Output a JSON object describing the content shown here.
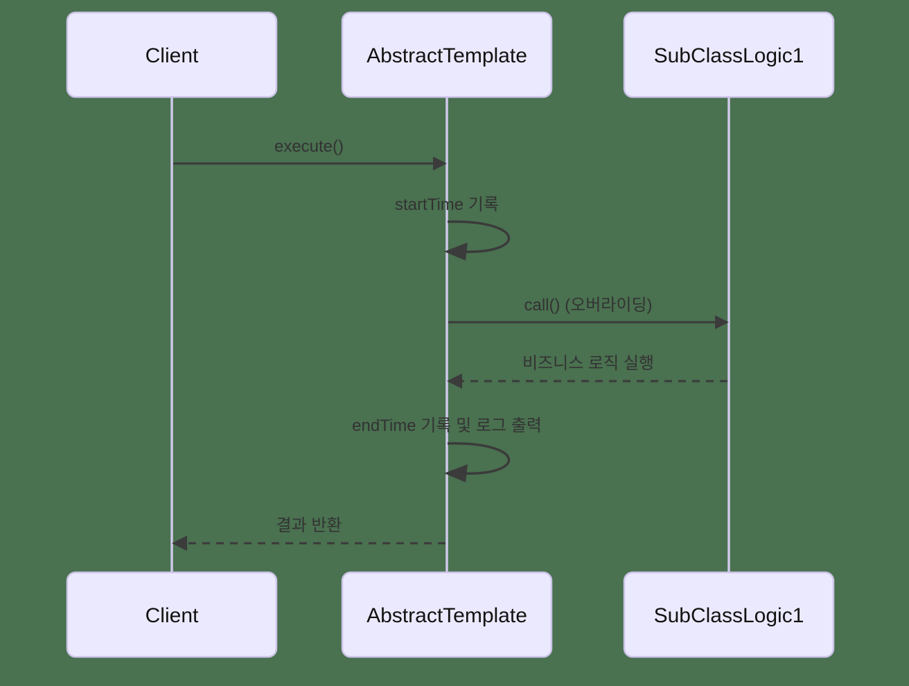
{
  "diagram": {
    "type": "sequence-diagram",
    "background_color": "#4a7150",
    "box_fill_color": "#ebe9fd",
    "box_border_color": "#ccc3e8",
    "lifeline_color": "#cfcaea",
    "line_color": "#3b3b3b",
    "text_color": "#333333",
    "participants": [
      {
        "id": "client",
        "label": "Client"
      },
      {
        "id": "abstract_template",
        "label": "AbstractTemplate"
      },
      {
        "id": "subclass_logic1",
        "label": "SubClassLogic1"
      }
    ],
    "messages": [
      {
        "id": "m1",
        "label": "execute()",
        "from": "client",
        "to": "abstract_template",
        "style": "solid",
        "direction": "right",
        "kind": "call"
      },
      {
        "id": "m2",
        "label": "startTime 기록",
        "from": "abstract_template",
        "to": "abstract_template",
        "style": "solid",
        "direction": "self",
        "kind": "self-call"
      },
      {
        "id": "m3",
        "label": "call() (오버라이딩)",
        "from": "abstract_template",
        "to": "subclass_logic1",
        "style": "solid",
        "direction": "right",
        "kind": "call"
      },
      {
        "id": "m4",
        "label": "비즈니스 로직 실행",
        "from": "subclass_logic1",
        "to": "abstract_template",
        "style": "dashed",
        "direction": "left",
        "kind": "return"
      },
      {
        "id": "m5",
        "label": "endTime 기록 및 로그 출력",
        "from": "abstract_template",
        "to": "abstract_template",
        "style": "solid",
        "direction": "self",
        "kind": "self-call"
      },
      {
        "id": "m6",
        "label": "결과 반환",
        "from": "abstract_template",
        "to": "client",
        "style": "dashed",
        "direction": "left",
        "kind": "return"
      }
    ]
  }
}
